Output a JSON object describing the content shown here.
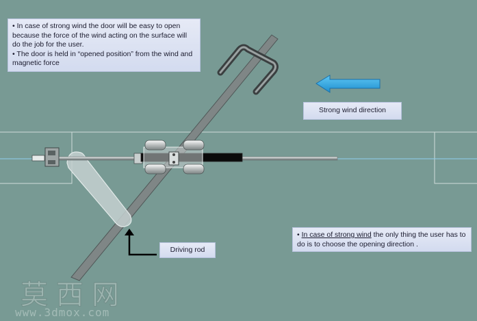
{
  "notes": {
    "top_line1": "• In case of strong wind the door will be easy to open because the force of the wind acting on the surface will do the job for the user.",
    "top_line2": "• The door is held in “opened position” from the wind and magnetic force",
    "wind_label": "Strong wind direction",
    "bottom_bullet": "• ",
    "bottom_underlined": "In case of strong wind",
    "bottom_rest": " the only thing the user has to do is to choose the opening direction .",
    "rod_label": "Driving rod"
  },
  "watermark": {
    "chars": "莫西网",
    "url": "www.3dmox.com"
  },
  "colors": {
    "background": "#789a94",
    "wind_arrow": "#29a3e0",
    "note_fill": "#dde3f3"
  }
}
